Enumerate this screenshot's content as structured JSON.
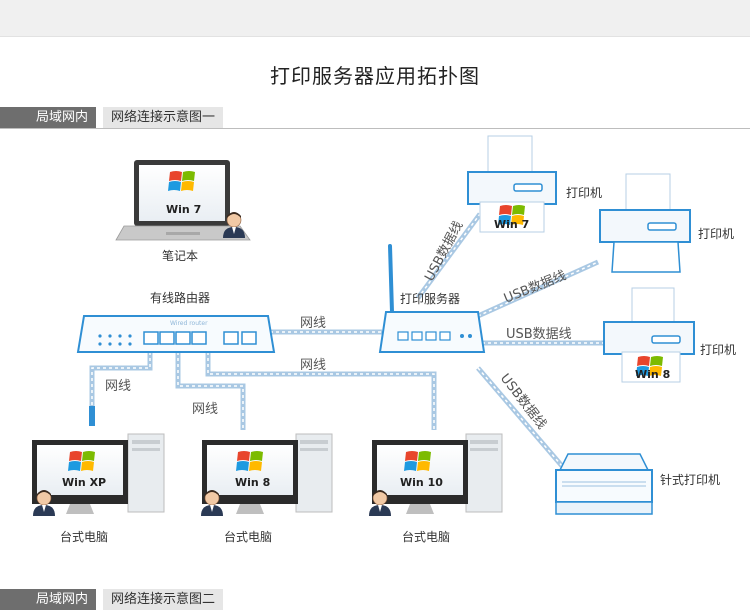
{
  "title": "打印服务器应用拓扑图",
  "section1": {
    "left": "局域网内",
    "right": "网络连接示意图一"
  },
  "section2": {
    "left": "局域网内",
    "right": "网络连接示意图二"
  },
  "notebook": {
    "label": "笔记本",
    "os": "Win 7"
  },
  "router": {
    "label": "有线路由器",
    "brand": "Wired router"
  },
  "print_server": {
    "label": "打印服务器"
  },
  "links": {
    "net1": "网线",
    "net2": "网线",
    "net3": "网线",
    "net4": "网线",
    "usb1": "USB数据线",
    "usb2": "USB数据线",
    "usb3": "USB数据线",
    "usb4": "USB数据线"
  },
  "printers": [
    {
      "label": "打印机",
      "os": "Win 7"
    },
    {
      "label": "打印机",
      "os": ""
    },
    {
      "label": "打印机",
      "os": "Win 8"
    },
    {
      "label": "针式打印机",
      "os": ""
    }
  ],
  "desktops": [
    {
      "label": "台式电脑",
      "os": "Win XP"
    },
    {
      "label": "台式电脑",
      "os": "Win 8"
    },
    {
      "label": "台式电脑",
      "os": "Win 10"
    }
  ],
  "colors": {
    "accent": "#2f8fd4",
    "line": "#a9c8e3",
    "section_dark": "#6e6e6e"
  }
}
